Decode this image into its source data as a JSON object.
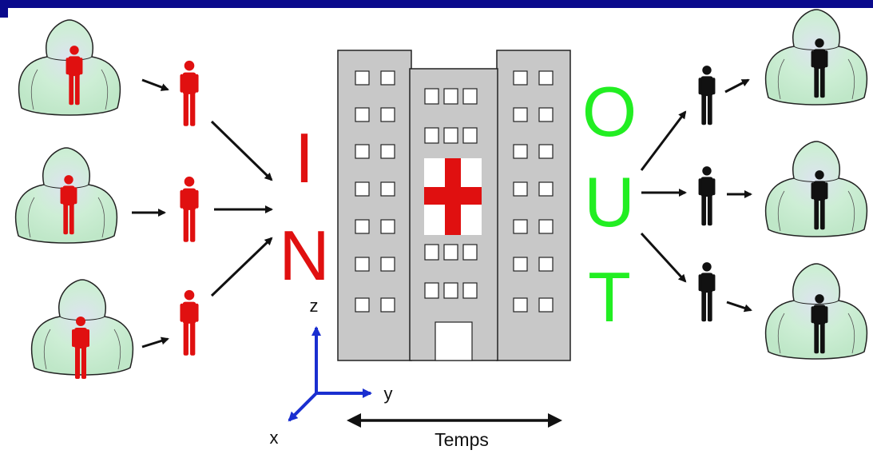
{
  "labels": {
    "in_letters": [
      "I",
      "N"
    ],
    "out_letters": [
      "O",
      "U",
      "T"
    ],
    "axis_z": "z",
    "axis_y": "y",
    "axis_x": "x",
    "time_label": "Temps"
  },
  "colors": {
    "top_bar": "#0a0a8c",
    "incoming_person": "#e01010",
    "outgoing_person": "#111111",
    "in_text": "#e01010",
    "out_text": "#22ee22",
    "axis": "#1a2fd0",
    "blob_fill": "#c9ecd0",
    "building": "#c8c8c8",
    "cross": "#e01010"
  },
  "icons": {
    "incoming_people": "person-icon",
    "outgoing_people": "person-icon",
    "clouds": "population-blob-icon",
    "building": "hospital-building-icon"
  }
}
